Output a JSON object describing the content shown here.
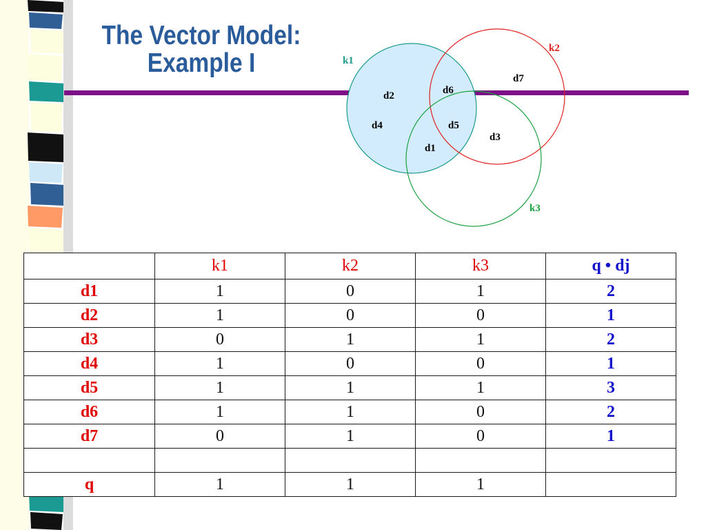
{
  "slide": {
    "title_line1": "The Vector Model:",
    "title_line2": "Example  I",
    "accent_color": "#7d0f86",
    "title_color": "#2a5b9a"
  },
  "venn": {
    "sets": [
      {
        "label": "k1",
        "color": "#1a9a8a"
      },
      {
        "label": "k2",
        "color": "#e02020"
      },
      {
        "label": "k3",
        "color": "#1aa040"
      }
    ],
    "documents": [
      "d2",
      "d6",
      "d7",
      "d4",
      "d5",
      "d3",
      "d1"
    ]
  },
  "table": {
    "headers": [
      "k1",
      "k2",
      "k3",
      "q • dj"
    ],
    "rows": [
      {
        "label": "d1",
        "values": [
          "1",
          "0",
          "1"
        ],
        "score": "2"
      },
      {
        "label": "d2",
        "values": [
          "1",
          "0",
          "0"
        ],
        "score": "1"
      },
      {
        "label": "d3",
        "values": [
          "0",
          "1",
          "1"
        ],
        "score": "2"
      },
      {
        "label": "d4",
        "values": [
          "1",
          "0",
          "0"
        ],
        "score": "1"
      },
      {
        "label": "d5",
        "values": [
          "1",
          "1",
          "1"
        ],
        "score": "3"
      },
      {
        "label": "d6",
        "values": [
          "1",
          "1",
          "0"
        ],
        "score": "2"
      },
      {
        "label": "d7",
        "values": [
          "0",
          "1",
          "0"
        ],
        "score": "1"
      }
    ],
    "query": {
      "label": "q",
      "values": [
        "1",
        "1",
        "1"
      ]
    }
  }
}
